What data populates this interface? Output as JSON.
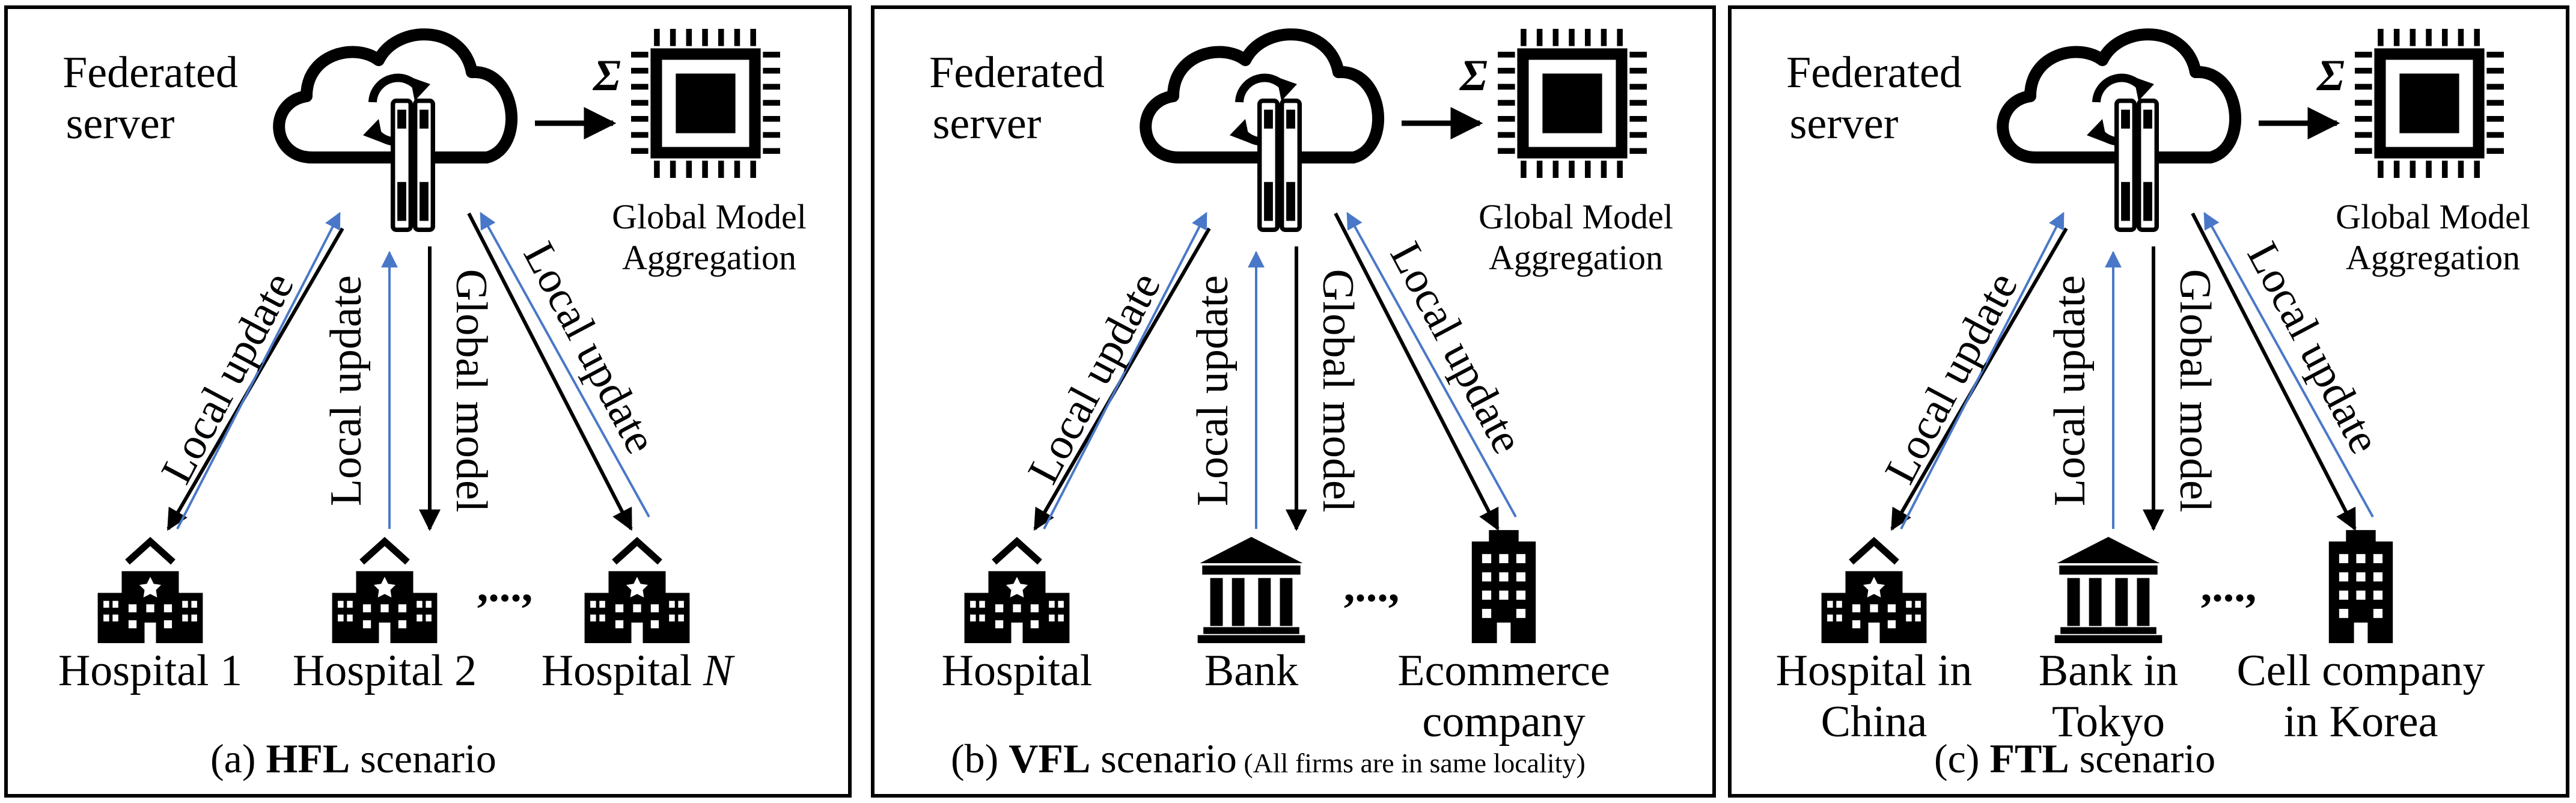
{
  "panels": [
    {
      "server_label": [
        "Federated",
        "server"
      ],
      "sigma": "Σ",
      "aggregation_label": [
        "Global Model",
        "Aggregation"
      ],
      "arrow_labels": [
        "Local update",
        "Local update",
        "Global model",
        "Local update"
      ],
      "clients": [
        [
          "Hospital 1"
        ],
        [
          "Hospital 2"
        ],
        [
          "Hospital N"
        ]
      ],
      "separator": ",...,",
      "caption_prefix": "(a) ",
      "caption_bold": "HFL",
      "caption_suffix": " scenario",
      "caption_note": ""
    },
    {
      "server_label": [
        "Federated",
        "server"
      ],
      "sigma": "Σ",
      "aggregation_label": [
        "Global Model",
        "Aggregation"
      ],
      "arrow_labels": [
        "Local update",
        "Local update",
        "Global model",
        "Local update"
      ],
      "clients": [
        [
          "Hospital"
        ],
        [
          "Bank"
        ],
        [
          "Ecommerce",
          "company"
        ]
      ],
      "separator": ",...,",
      "caption_prefix": "(b) ",
      "caption_bold": "VFL",
      "caption_suffix": " scenario",
      "caption_note": "(All firms are in same locality)"
    },
    {
      "server_label": [
        "Federated",
        "server"
      ],
      "sigma": "Σ",
      "aggregation_label": [
        "Global Model",
        "Aggregation"
      ],
      "arrow_labels": [
        "Local update",
        "Local update",
        "Global model",
        "Local update"
      ],
      "clients": [
        [
          "Hospital in",
          "China"
        ],
        [
          "Bank in",
          "Tokyo"
        ],
        [
          "Cell company",
          "in Korea"
        ]
      ],
      "separator": ",...,",
      "caption_prefix": "(c) ",
      "caption_bold": "FTL",
      "caption_suffix": " scenario",
      "caption_note": ""
    }
  ],
  "colors": {
    "global_model_label_panel_a": "#3d6b2a",
    "upward_arrow": "#4a78c8",
    "ink": "#000000"
  },
  "icons": [
    "cloud-icon",
    "sync-icon",
    "server-rack-icon",
    "chip-icon",
    "hospital-icon",
    "bank-icon",
    "office-building-icon"
  ]
}
